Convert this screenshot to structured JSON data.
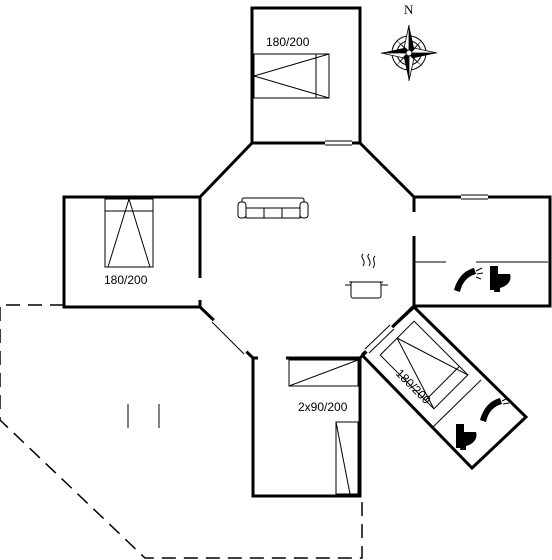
{
  "rooms": {
    "bedroom_north": {
      "bed_size": "180/200"
    },
    "bedroom_west": {
      "bed_size": "180/200"
    },
    "bedroom_south": {
      "bed_size": "2x90/200"
    },
    "bedroom_southeast": {
      "bed_size": "180/200"
    }
  },
  "compass": {
    "north_label": "N"
  },
  "icons": [
    "sofa-icon",
    "cooking-pot-icon",
    "shower-icon",
    "toilet-icon",
    "compass-rose-icon"
  ],
  "colors": {
    "wall": "#000000",
    "background": "#ffffff"
  }
}
